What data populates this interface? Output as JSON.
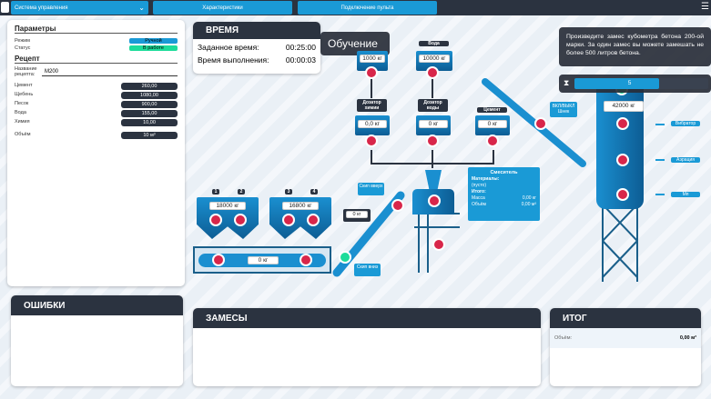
{
  "topbar": {
    "system_select": "Система управления",
    "characteristics": "Характеристики",
    "connect": "Подключение пульта"
  },
  "params": {
    "title": "Параметры",
    "mode_label": "Режим",
    "mode_value": "Ручной",
    "status_label": "Статус",
    "status_value": "В работе",
    "recipe_title": "Рецепт",
    "recipe_name_label": "Название рецепта:",
    "recipe_name": "M200",
    "items": [
      {
        "label": "Цемент",
        "value": "260,00"
      },
      {
        "label": "Щебень",
        "value": "1080,00"
      },
      {
        "label": "Песок",
        "value": "900,00"
      },
      {
        "label": "Вода",
        "value": "155,00"
      },
      {
        "label": "Химия",
        "value": "10,00"
      }
    ],
    "volume_label": "Объём",
    "volume_value": "10 м³"
  },
  "time": {
    "title": "ВРЕМЯ",
    "set_label": "Заданное время:",
    "set_value": "00:25:00",
    "elapsed_label": "Время выполнения:",
    "elapsed_value": "00:00:03"
  },
  "training": "Обучение",
  "instruction": "Произведите замес кубометра бетона 200-ой марки. За один замес вы можете замешать не более 500 литров бетона.",
  "timer": {
    "value": "5",
    "progress": 0.63
  },
  "plant": {
    "chem_tank": "1000 кг",
    "water_label": "Вода",
    "water_tank": "10000 кг",
    "chem_doser_label": "Дозатор химии",
    "chem_doser": "0,0 кг",
    "water_doser_label": "Дозатор воды",
    "water_doser": "0 кг",
    "cement_label": "Цемент",
    "cement_doser": "0 кг",
    "screw_toggle": "ВКЛ/ВЫКЛ Шнек",
    "silo": "42000 кг",
    "vibrator": "Вибратор",
    "aeration": "Аэрация",
    "mill": "Мп",
    "bins": [
      "1",
      "2",
      "3",
      "4"
    ],
    "bin12": "18000 кг",
    "bin34": "16800 кг",
    "belt": "0 кг",
    "skip": "0 кг",
    "skip_up": "Скип вверх",
    "skip_down": "Скип вниз",
    "mixer": {
      "title": "Смеситель",
      "materials_label": "Материалы:",
      "materials": "(пусто)",
      "total_label": "Итого:",
      "mass_label": "Масса",
      "mass": "0,00 кг",
      "volume_label": "Объём",
      "volume": "0,00 м³"
    }
  },
  "errors": {
    "title": "ОШИБКИ"
  },
  "batches": {
    "title": "ЗАМЕСЫ"
  },
  "total": {
    "title": "ИТОГ",
    "volume_label": "Объём:",
    "volume_value": "0,00 м³"
  },
  "colors": {
    "accent": "#1a9ad6",
    "dark": "#2b3340",
    "valve": "#d8264a",
    "ok": "#1ddc9a"
  }
}
